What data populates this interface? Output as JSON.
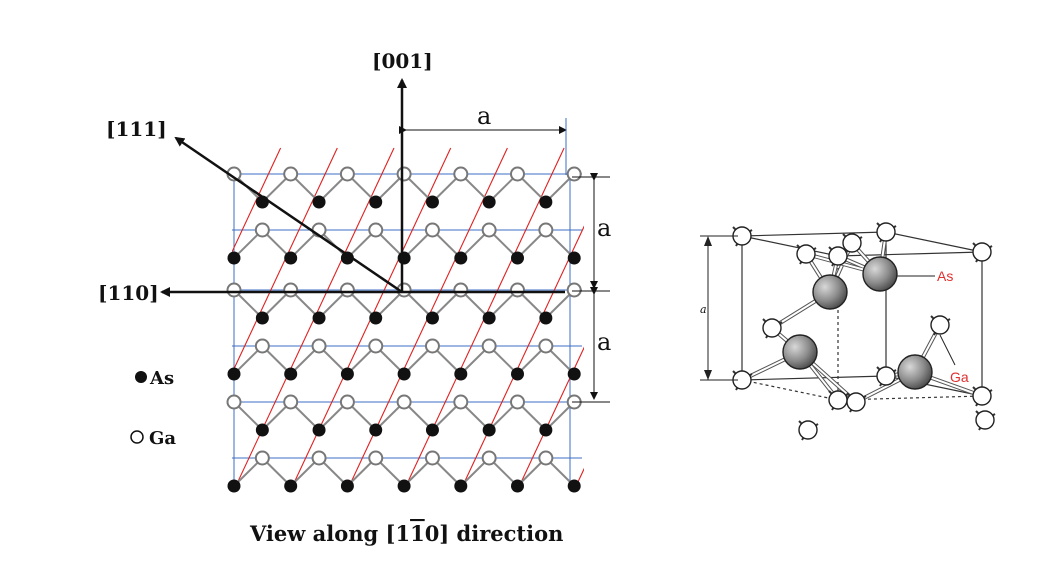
{
  "lattice_view": {
    "dir_001": "[001]",
    "dir_111": "[111]",
    "dir_110": "[110]",
    "dim_a_top": "a",
    "dim_a_right_upper": "a",
    "dim_a_right_lower": "a",
    "legend": [
      {
        "symbol": "●",
        "label": "As"
      },
      {
        "symbol": "○",
        "label": "Ga"
      }
    ],
    "caption_prefix": "View along [1",
    "caption_bar": "1",
    "caption_suffix": "0] direction"
  },
  "unit_cell": {
    "label_as": "As",
    "label_ga": "Ga",
    "label_a": "a"
  },
  "colors": {
    "blue_grid": "#3b6fc4",
    "red_lines": "#e02020",
    "bond_gray": "#888888",
    "atom_black": "#111111",
    "label_red": "#e03030"
  }
}
